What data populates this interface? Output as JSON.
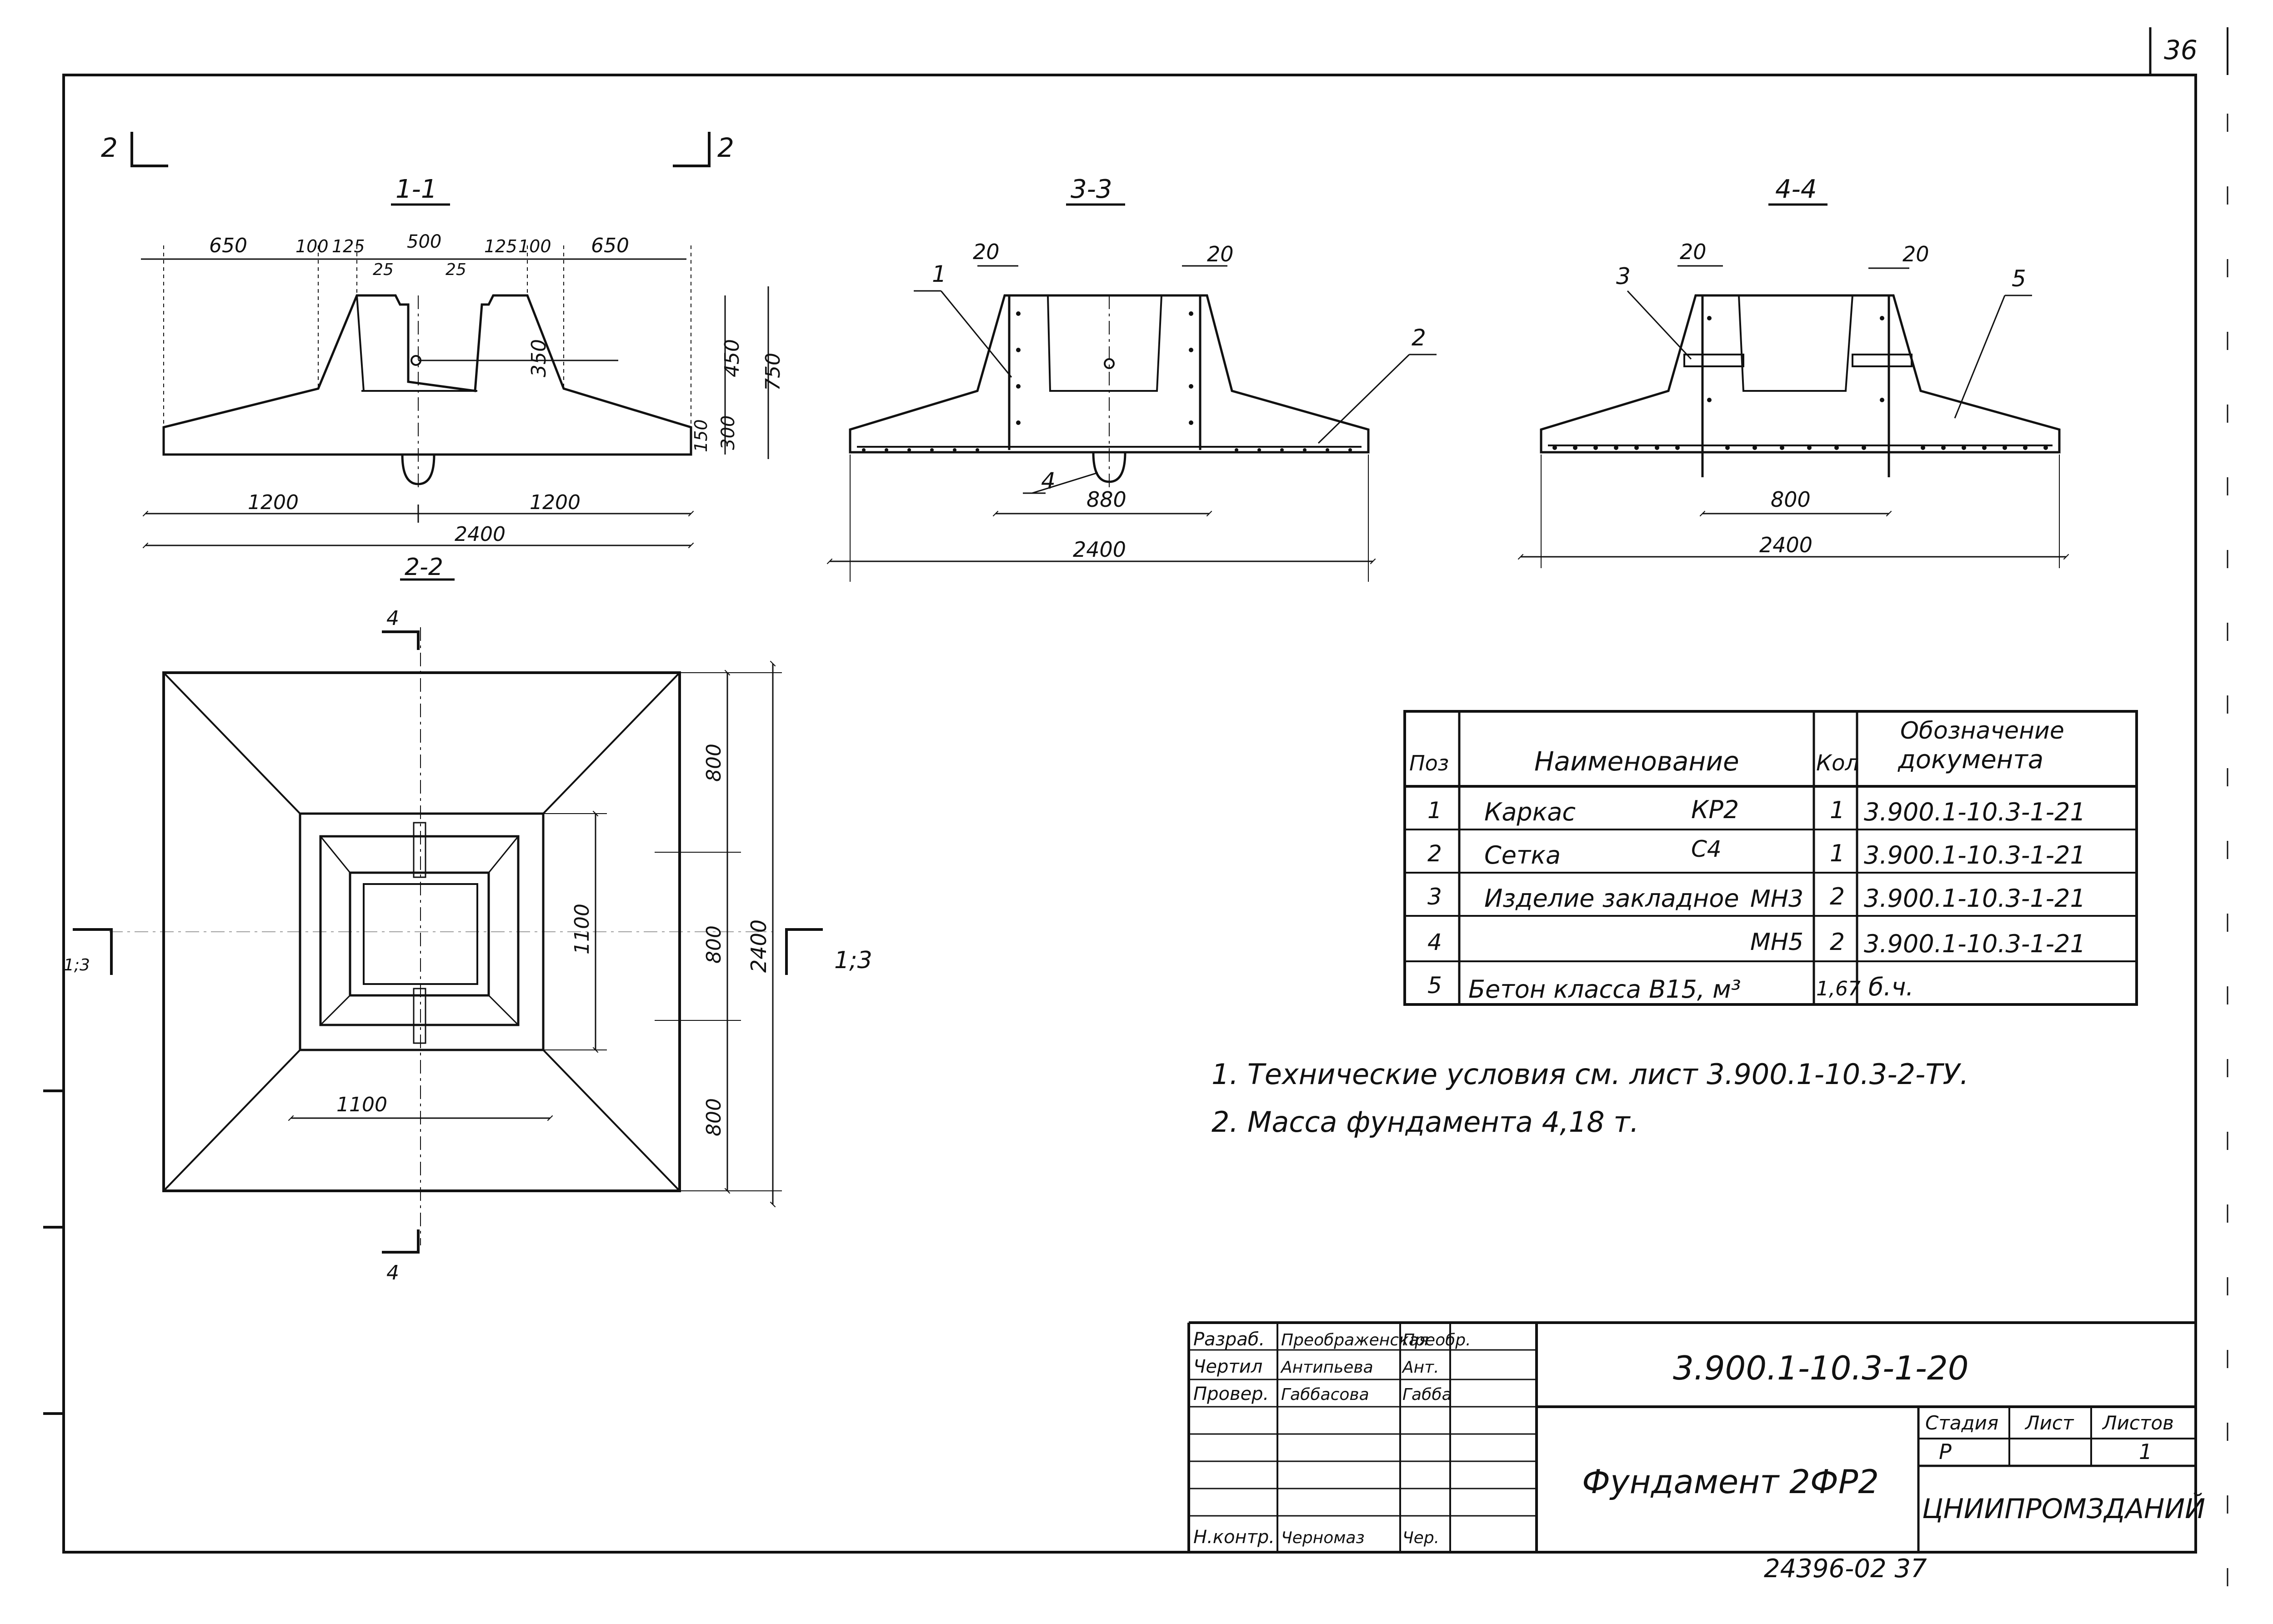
{
  "sheet_number": "36",
  "sections": {
    "s11": {
      "title": "1-1",
      "dims": [
        "650",
        "100",
        "125",
        "500",
        "125",
        "100",
        "650",
        "25",
        "25",
        "350",
        "450",
        "750",
        "150",
        "300",
        "1200",
        "1200",
        "2400"
      ],
      "mark": "2"
    },
    "s33": {
      "title": "3-3",
      "dims": [
        "20",
        "20",
        "880",
        "2400"
      ],
      "pos": [
        "1",
        "2",
        "4"
      ]
    },
    "s44": {
      "title": "4-4",
      "dims": [
        "20",
        "20",
        "800",
        "2400"
      ],
      "pos": [
        "3",
        "5"
      ]
    },
    "s22": {
      "title": "2-2",
      "dims": [
        "800",
        "800",
        "800",
        "2400",
        "1100",
        "1100"
      ],
      "cut4": "4",
      "cut13": "1;3"
    }
  },
  "spec": {
    "headers": {
      "pos": "Поз",
      "name": "Наименование",
      "qty": "Кол",
      "doc1": "Обозначение",
      "doc2": "документа"
    },
    "rows": [
      {
        "pos": "1",
        "name": "Каркас",
        "mark": "КР2",
        "qty": "1",
        "doc": "3.900.1-10.3-1-21"
      },
      {
        "pos": "2",
        "name": "Сетка",
        "mark": "С4",
        "qty": "1",
        "doc": "3.900.1-10.3-1-21"
      },
      {
        "pos": "3",
        "name": "Изделие закладное",
        "mark": "МН3",
        "qty": "2",
        "doc": "3.900.1-10.3-1-21"
      },
      {
        "pos": "4",
        "name": "",
        "mark": "МН5",
        "qty": "2",
        "doc": "3.900.1-10.3-1-21"
      },
      {
        "pos": "5",
        "name": "Бетон класса В15, м³",
        "mark": "",
        "qty": "1,67",
        "doc": "б.ч."
      }
    ]
  },
  "notes": [
    "1. Технические условия см. лист 3.900.1-10.3-2-ТУ.",
    "2. Масса фундамента 4,18 т."
  ],
  "title_block": {
    "roles": [
      {
        "role": "Разраб.",
        "name": "Преображенская",
        "sign": "Преобр."
      },
      {
        "role": "Чертил",
        "name": "Антипьева",
        "sign": "Ант."
      },
      {
        "role": "Провер.",
        "name": "Габбасова",
        "sign": "Габба"
      },
      {
        "role": "Н.контр.",
        "name": "Черномаз",
        "sign": "Чер."
      }
    ],
    "designation": "3.900.1-10.3-1-20",
    "title": "Фундамент 2ФР2",
    "stage_label": "Стадия",
    "sheet_label": "Лист",
    "sheets_label": "Листов",
    "stage": "Р",
    "sheet": "",
    "sheets": "1",
    "org": "ЦНИИПРОМЗДАНИЙ"
  },
  "footer_number": "24396-02 37"
}
